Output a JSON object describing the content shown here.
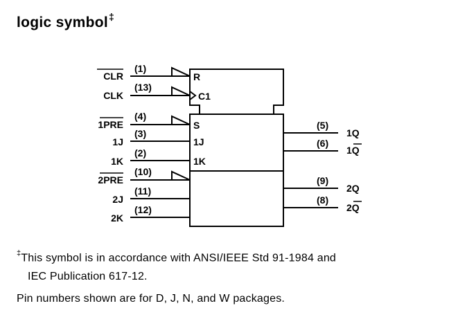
{
  "heading": {
    "title": "logic symbol",
    "footnote_mark": "‡"
  },
  "diagram": {
    "top_block": {
      "inputs": [
        {
          "signal": "CLR",
          "pin": "(1)",
          "label": "R",
          "overbar": true,
          "negated": true
        },
        {
          "signal": "CLK",
          "pin": "(13)",
          "label": "C1",
          "overbar": false,
          "negated": true,
          "dynamic": true
        }
      ]
    },
    "ff1": {
      "inputs": [
        {
          "signal_prefix": "1",
          "signal": "PRE",
          "pin": "(4)",
          "label": "S",
          "overbar": true,
          "negated": true
        },
        {
          "signal_prefix": "",
          "signal": "1J",
          "pin": "(3)",
          "label": "1J",
          "overbar": false,
          "negated": false
        },
        {
          "signal_prefix": "",
          "signal": "1K",
          "pin": "(2)",
          "label": "1K",
          "overbar": false,
          "negated": false
        }
      ],
      "outputs": [
        {
          "pin": "(5)",
          "signal_prefix": "1",
          "signal": "Q",
          "overbar": false,
          "negated": false
        },
        {
          "pin": "(6)",
          "signal_prefix": "1",
          "signal": "Q",
          "overbar": true,
          "negated": true
        }
      ]
    },
    "ff2": {
      "inputs": [
        {
          "signal_prefix": "2",
          "signal": "PRE",
          "pin": "(10)",
          "overbar": true,
          "negated": true
        },
        {
          "signal_prefix": "",
          "signal": "2J",
          "pin": "(11)",
          "overbar": false,
          "negated": false
        },
        {
          "signal_prefix": "",
          "signal": "2K",
          "pin": "(12)",
          "overbar": false,
          "negated": false
        }
      ],
      "outputs": [
        {
          "pin": "(9)",
          "signal_prefix": "2",
          "signal": "Q",
          "overbar": false,
          "negated": false
        },
        {
          "pin": "(8)",
          "signal_prefix": "2",
          "signal": "Q",
          "overbar": true,
          "negated": true
        }
      ]
    }
  },
  "footnotes": {
    "mark": "‡",
    "line1": "This symbol is in accordance with ANSI/IEEE Std 91-1984 and",
    "line2": "IEC Publication 617-12.",
    "line3": "Pin numbers shown are for D, J, N, and W packages."
  },
  "colors": {
    "ink": "#000000",
    "background": "#ffffff"
  }
}
